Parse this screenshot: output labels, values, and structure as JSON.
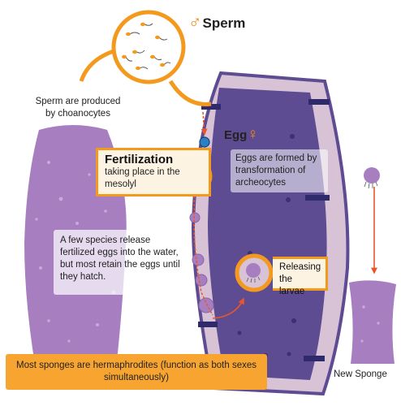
{
  "labels": {
    "sperm_symbol": "♂",
    "sperm": "Sperm",
    "egg": "Egg",
    "egg_symbol": "♀",
    "sperm_produced": "Sperm are produced by choanocytes",
    "fertilization_title": "Fertilization",
    "fertilization_sub": "taking place in the mesolyl",
    "eggs_formed": "Eggs are formed by transformation of archeocytes",
    "few_species": "A few species release fertilized eggs into the water, but most retain the eggs until they hatch.",
    "releasing_larvae": "Releasing the larvae",
    "hermaphrodites": "Most sponges are hermaphrodites (function as both sexes simultaneously)",
    "new_sponge": "New Sponge"
  },
  "colors": {
    "accent_orange": "#f39a1e",
    "sponge_purple": "#a77fc0",
    "sponge_dark": "#5e4c93",
    "wall_pink": "#d8c3d6",
    "box_fill": "#f7a431",
    "sperm_blue": "#2a7fc6",
    "arrow_red": "#e8562a"
  },
  "icons": [
    "male-symbol-icon",
    "female-symbol-icon",
    "sperm-icon",
    "egg-cell-icon",
    "larva-icon"
  ]
}
